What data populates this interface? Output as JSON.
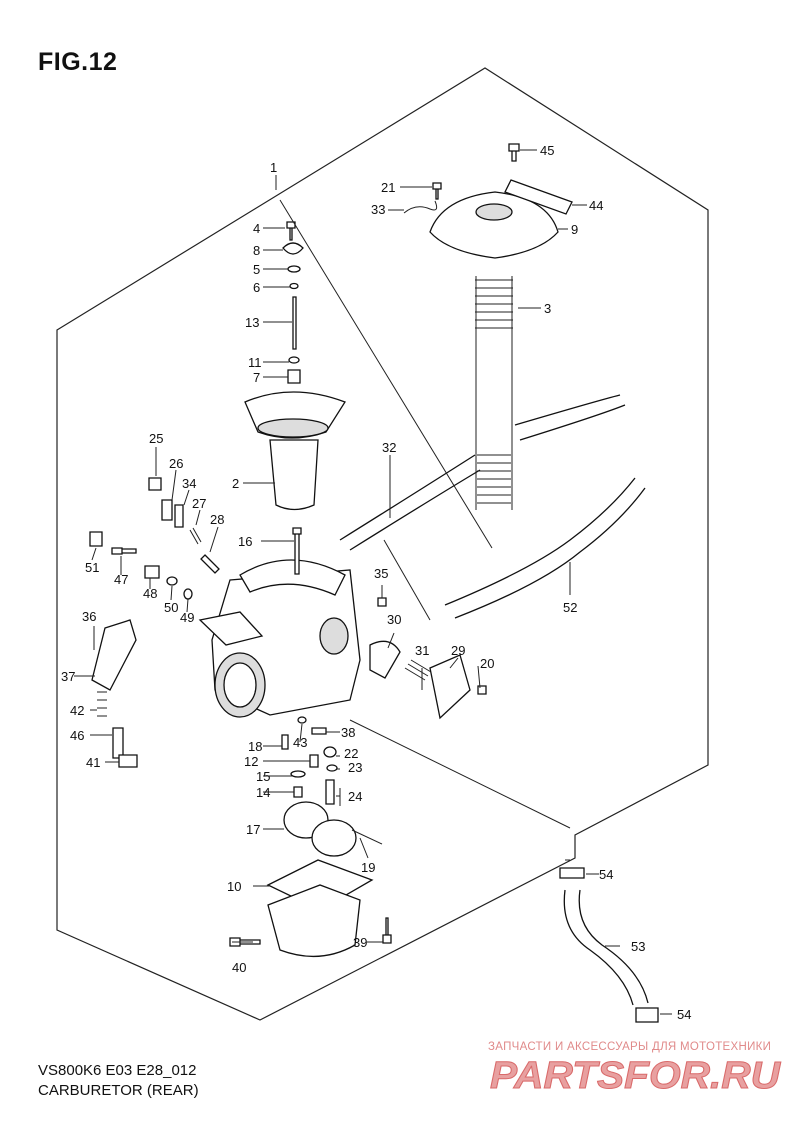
{
  "figure": {
    "title": "FIG.12",
    "model_code": "VS800K6 E03 E28_012",
    "caption": "CARBURETOR (REAR)"
  },
  "watermark": {
    "tagline": "ЗАПЧАСТИ И АКСЕССУАРЫ ДЛЯ МОТОТЕХНИКИ",
    "logo_text": "PARTSFOR.RU",
    "color": "#e07070"
  },
  "callouts": [
    "1",
    "2",
    "3",
    "4",
    "5",
    "6",
    "7",
    "8",
    "9",
    "10",
    "11",
    "12",
    "13",
    "14",
    "15",
    "16",
    "17",
    "18",
    "19",
    "20",
    "21",
    "22",
    "23",
    "24",
    "25",
    "26",
    "27",
    "28",
    "29",
    "30",
    "31",
    "32",
    "33",
    "34",
    "35",
    "36",
    "37",
    "38",
    "39",
    "40",
    "41",
    "42",
    "43",
    "44",
    "45",
    "46",
    "47",
    "48",
    "49",
    "50",
    "51",
    "52",
    "53",
    "54",
    "54"
  ]
}
